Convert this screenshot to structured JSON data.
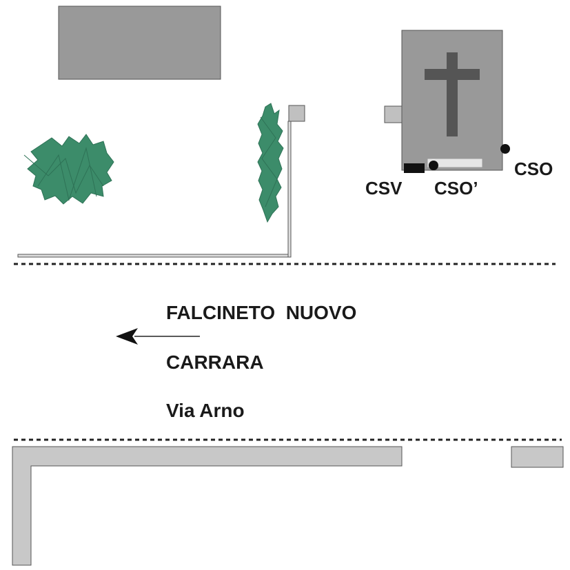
{
  "colors": {
    "building_dark": "#999999",
    "building_light": "#c8c8c8",
    "outline": "#555555",
    "cross": "#555555",
    "vegetation": "#3c8c6a",
    "text": "#1a1a1a",
    "marker": "#111111"
  },
  "markers": {
    "csv": "CSV",
    "cso_prime": "CSO’",
    "cso": "CSO"
  },
  "road": {
    "direction": "FALCINETO  NUOVO",
    "town": "CARRARA",
    "street": "Via Arno"
  },
  "icons": [
    "cross-icon",
    "shrub-icon",
    "hedge-icon",
    "direction-arrow-icon"
  ]
}
